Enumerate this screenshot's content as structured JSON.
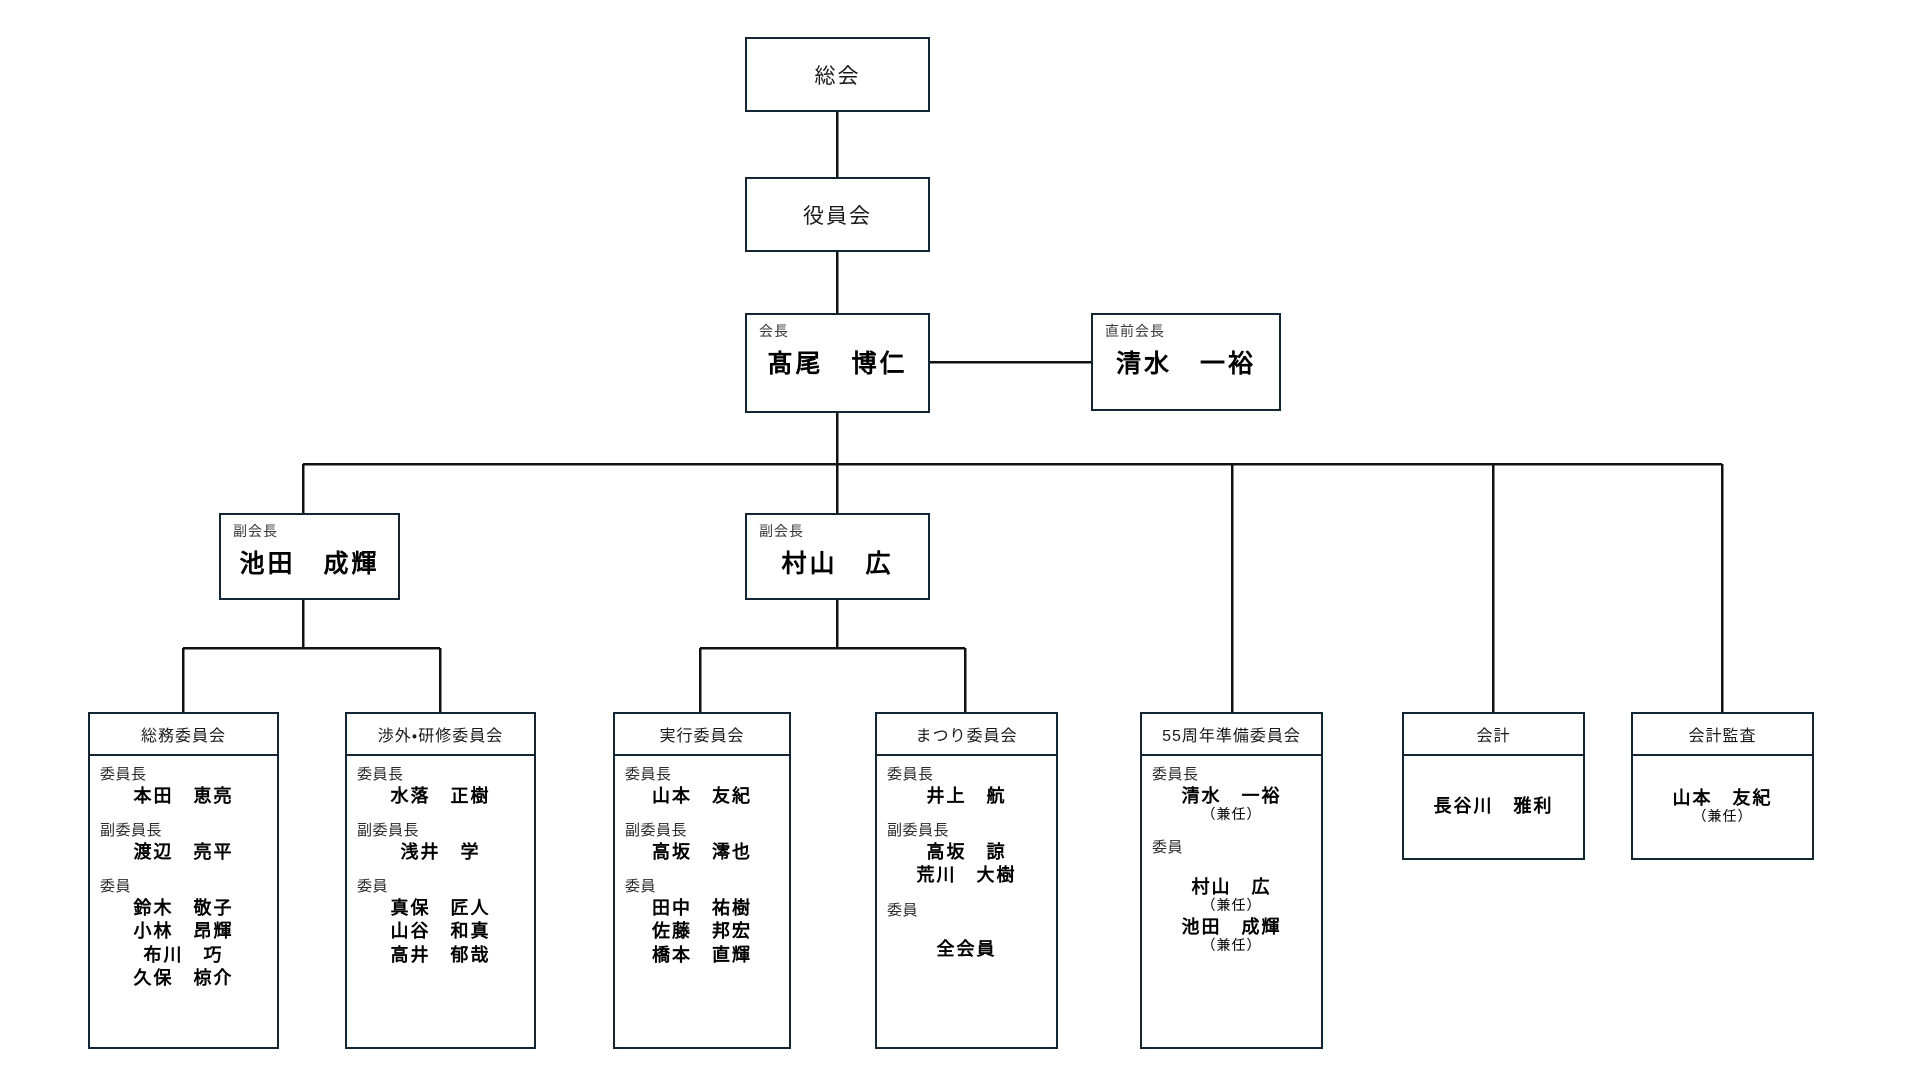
{
  "nodes": {
    "general_meeting": {
      "label": "総会"
    },
    "board": {
      "label": "役員会"
    },
    "president": {
      "role": "会長",
      "name": "髙尾　博仁"
    },
    "past_president": {
      "role": "直前会長",
      "name": "清水　一裕"
    },
    "vice_president_1": {
      "role": "副会長",
      "name": "池田　成輝"
    },
    "vice_president_2": {
      "role": "副会長",
      "name": "村山　広"
    },
    "accounting": {
      "title": "会計",
      "name": "長谷川　雅利"
    },
    "auditor": {
      "title": "会計監査",
      "name": "山本　友紀",
      "note": "（兼任）"
    }
  },
  "committees": [
    {
      "title": "総務委員会",
      "groups": [
        {
          "role": "委員長",
          "people": [
            {
              "name": "本田　恵亮"
            }
          ]
        },
        {
          "role": "副委員長",
          "people": [
            {
              "name": "渡辺　亮平"
            }
          ]
        },
        {
          "role": "委員",
          "people": [
            {
              "name": "鈴木　敬子"
            },
            {
              "name": "小林　昂輝"
            },
            {
              "name": "布川　巧"
            },
            {
              "name": "久保　椋介"
            }
          ]
        }
      ]
    },
    {
      "title": "渉外・研修委員会",
      "groups": [
        {
          "role": "委員長",
          "people": [
            {
              "name": "水落　正樹"
            }
          ]
        },
        {
          "role": "副委員長",
          "people": [
            {
              "name": "浅井　学"
            }
          ]
        },
        {
          "role": "委員",
          "people": [
            {
              "name": "真保　匠人"
            },
            {
              "name": "山谷　和真"
            },
            {
              "name": "高井　郁哉"
            }
          ]
        }
      ]
    },
    {
      "title": "実行委員会",
      "groups": [
        {
          "role": "委員長",
          "people": [
            {
              "name": "山本　友紀"
            }
          ]
        },
        {
          "role": "副委員長",
          "people": [
            {
              "name": "高坂　澪也"
            }
          ]
        },
        {
          "role": "委員",
          "people": [
            {
              "name": "田中　祐樹"
            },
            {
              "name": "佐藤　邦宏"
            },
            {
              "name": "橋本　直輝"
            }
          ]
        }
      ]
    },
    {
      "title": "まつり委員会",
      "groups": [
        {
          "role": "委員長",
          "people": [
            {
              "name": "井上　航"
            }
          ]
        },
        {
          "role": "副委員長",
          "people": [
            {
              "name": "高坂　諒"
            },
            {
              "name": "荒川　大樹"
            }
          ]
        },
        {
          "role": "委員",
          "spacer": true,
          "people": [
            {
              "name": "全会員"
            }
          ]
        }
      ]
    },
    {
      "title": "55周年準備委員会",
      "groups": [
        {
          "role": "委員長",
          "people": [
            {
              "name": "清水　一裕",
              "note": "（兼任）"
            }
          ]
        },
        {
          "role": "委員",
          "spacer": true,
          "people": [
            {
              "name": "村山　広",
              "note": "（兼任）"
            },
            {
              "name": "池田　成輝",
              "note": "（兼任）"
            }
          ]
        }
      ]
    }
  ],
  "colors": {
    "border": "#132636",
    "wire": "#000000",
    "background": "#ffffff"
  }
}
